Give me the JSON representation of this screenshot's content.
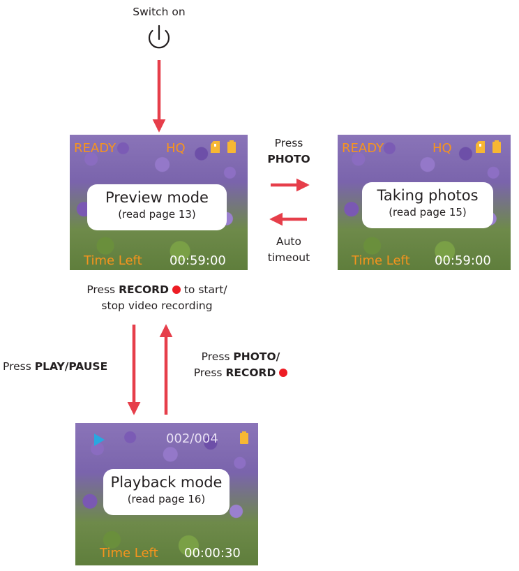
{
  "start": {
    "label": "Switch on",
    "icon": "power-icon"
  },
  "preview_screen": {
    "status": "READY",
    "quality": "HQ",
    "icons": [
      "sd-card-icon",
      "battery-icon"
    ],
    "title": "Preview mode",
    "subtitle": "(read page 13)",
    "time_label": "Time Left",
    "time_value": "00:59:00"
  },
  "photo_screen": {
    "status": "READY",
    "quality": "HQ",
    "icons": [
      "sd-card-icon",
      "battery-icon"
    ],
    "title": "Taking photos",
    "subtitle": "(read page 15)",
    "time_label": "Time Left",
    "time_value": "00:59:00"
  },
  "playback_screen": {
    "counter": "002/004",
    "icons": [
      "play-icon",
      "battery-icon"
    ],
    "title": "Playback mode",
    "subtitle": "(read page 16)",
    "time_label": "Time Left",
    "time_value": "00:00:30"
  },
  "transitions": {
    "to_photo": {
      "line1": "Press",
      "line2": "PHOTO"
    },
    "to_preview": {
      "line1": "Auto",
      "line2": "timeout"
    },
    "record": {
      "prefix": "Press",
      "key": "RECORD",
      "suffix": "to start/",
      "line2": "stop video recording"
    },
    "to_playback": {
      "prefix": "Press",
      "key": "PLAY/PAUSE"
    },
    "from_playback": {
      "prefix1": "Press",
      "key1": "PHOTO/",
      "prefix2": "Press",
      "key2": "RECORD"
    }
  },
  "colors": {
    "arrow": "#e63e4a",
    "osd": "#f7941d",
    "record_dot": "#ed1c24",
    "play": "#29a8e0"
  }
}
